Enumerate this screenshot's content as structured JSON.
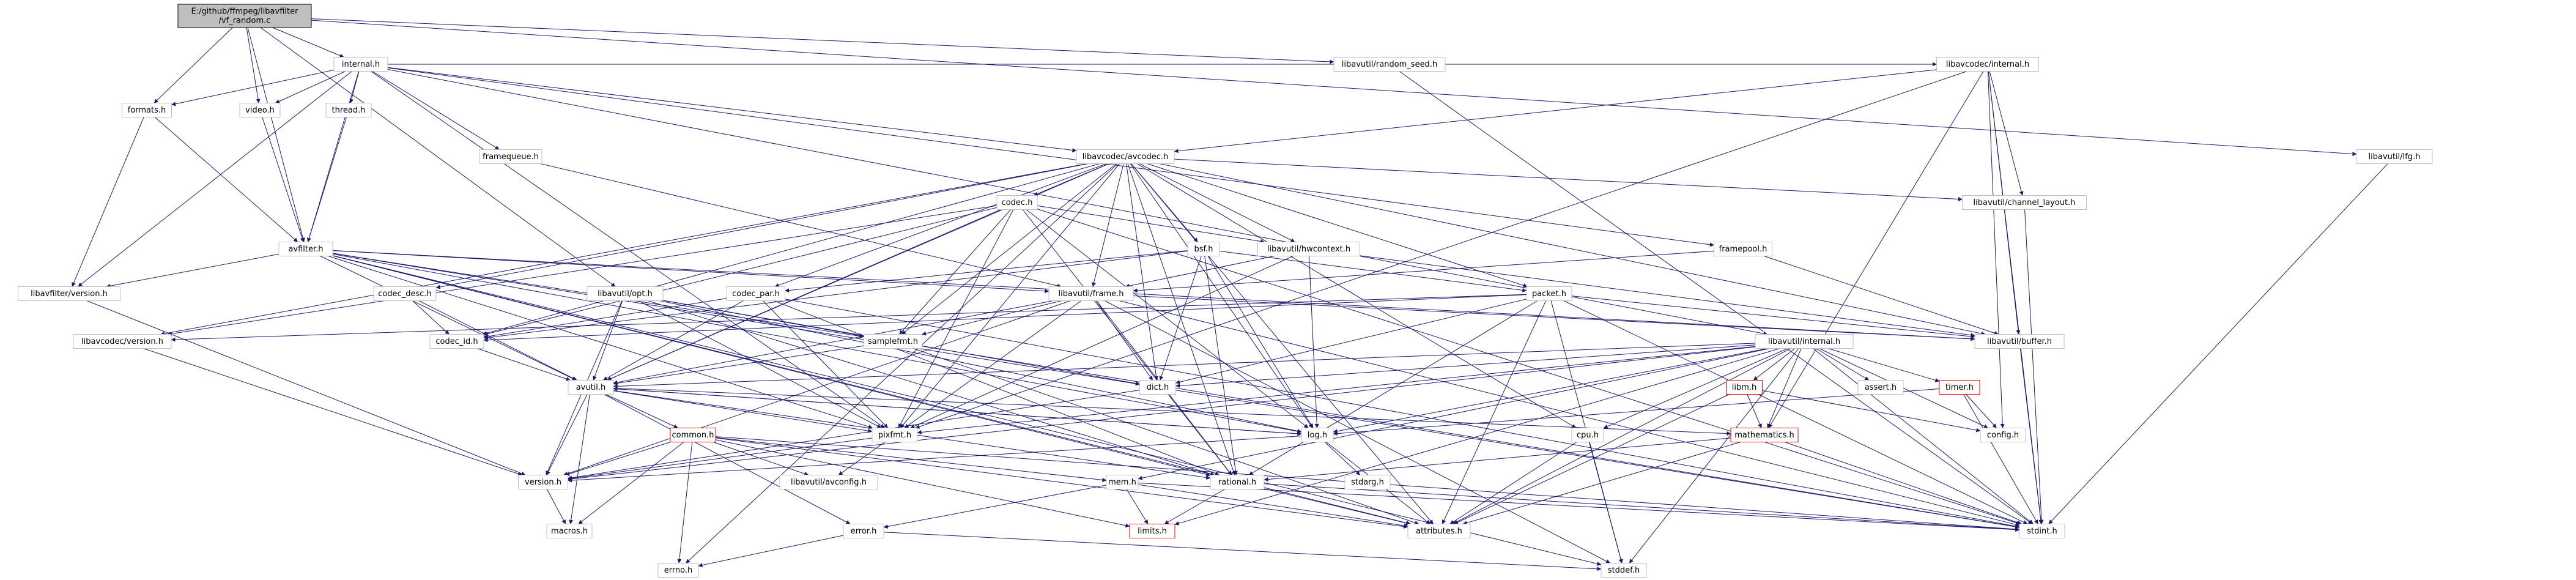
{
  "graph": {
    "colors": {
      "edge": "#191970",
      "node_border": "#bfbfbf",
      "node_fill": "#ffffff",
      "root_fill": "#bfbfbf",
      "root_border": "#000000",
      "missing_border": "#ff0000",
      "text": "#000000"
    },
    "nodes": [
      {
        "id": "root",
        "label_lines": [
          "E:/github/ffmpeg/libavfilter",
          "/vf_random.c"
        ],
        "kind": "root"
      },
      {
        "id": "internal_h",
        "label_lines": [
          "internal.h"
        ]
      },
      {
        "id": "random_seed_h",
        "label_lines": [
          "libavutil/random_seed.h"
        ]
      },
      {
        "id": "lfg_h",
        "label_lines": [
          "libavutil/lfg.h"
        ]
      },
      {
        "id": "formats_h",
        "label_lines": [
          "formats.h"
        ]
      },
      {
        "id": "video_h",
        "label_lines": [
          "video.h"
        ]
      },
      {
        "id": "thread_h",
        "label_lines": [
          "thread.h"
        ]
      },
      {
        "id": "framequeue_h",
        "label_lines": [
          "framequeue.h"
        ]
      },
      {
        "id": "codec_internal_h",
        "label_lines": [
          "libavcodec/internal.h"
        ]
      },
      {
        "id": "avcodec_h",
        "label_lines": [
          "libavcodec/avcodec.h"
        ]
      },
      {
        "id": "avfilter_h",
        "label_lines": [
          "avfilter.h"
        ]
      },
      {
        "id": "avfilter_version_h",
        "label_lines": [
          "libavfilter/version.h"
        ]
      },
      {
        "id": "codec_h",
        "label_lines": [
          "codec.h"
        ]
      },
      {
        "id": "bsf_h",
        "label_lines": [
          "bsf.h"
        ]
      },
      {
        "id": "hwcontext_h",
        "label_lines": [
          "libavutil/hwcontext.h"
        ]
      },
      {
        "id": "framepool_h",
        "label_lines": [
          "framepool.h"
        ]
      },
      {
        "id": "channel_layout_h",
        "label_lines": [
          "libavutil/channel_layout.h"
        ]
      },
      {
        "id": "codec_desc_h",
        "label_lines": [
          "codec_desc.h"
        ]
      },
      {
        "id": "opt_h",
        "label_lines": [
          "libavutil/opt.h"
        ]
      },
      {
        "id": "codec_par_h",
        "label_lines": [
          "codec_par.h"
        ]
      },
      {
        "id": "frame_h",
        "label_lines": [
          "libavutil/frame.h"
        ]
      },
      {
        "id": "packet_h",
        "label_lines": [
          "packet.h"
        ]
      },
      {
        "id": "avcodec_version_h",
        "label_lines": [
          "libavcodec/version.h"
        ]
      },
      {
        "id": "codec_id_h",
        "label_lines": [
          "codec_id.h"
        ]
      },
      {
        "id": "samplefmt_h",
        "label_lines": [
          "samplefmt.h"
        ]
      },
      {
        "id": "avutil_internal_h",
        "label_lines": [
          "libavutil/internal.h"
        ]
      },
      {
        "id": "buffer_h",
        "label_lines": [
          "libavutil/buffer.h"
        ]
      },
      {
        "id": "avutil_h",
        "label_lines": [
          "avutil.h"
        ]
      },
      {
        "id": "dict_h",
        "label_lines": [
          "dict.h"
        ]
      },
      {
        "id": "pixfmt_h",
        "label_lines": [
          "pixfmt.h"
        ]
      },
      {
        "id": "log_h",
        "label_lines": [
          "log.h"
        ]
      },
      {
        "id": "libm_h",
        "label_lines": [
          "libm.h"
        ],
        "kind": "missing"
      },
      {
        "id": "mathematics_h",
        "label_lines": [
          "mathematics.h"
        ],
        "kind": "missing"
      },
      {
        "id": "assert_h",
        "label_lines": [
          "assert.h"
        ]
      },
      {
        "id": "timer_h",
        "label_lines": [
          "timer.h"
        ],
        "kind": "missing"
      },
      {
        "id": "config_h",
        "label_lines": [
          "config.h"
        ]
      },
      {
        "id": "cpu_h",
        "label_lines": [
          "cpu.h"
        ]
      },
      {
        "id": "common_h",
        "label_lines": [
          "common.h"
        ],
        "kind": "missing"
      },
      {
        "id": "version_h",
        "label_lines": [
          "version.h"
        ]
      },
      {
        "id": "avconfig_h",
        "label_lines": [
          "libavutil/avconfig.h"
        ]
      },
      {
        "id": "mem_h",
        "label_lines": [
          "mem.h"
        ]
      },
      {
        "id": "rational_h",
        "label_lines": [
          "rational.h"
        ]
      },
      {
        "id": "stdarg_h",
        "label_lines": [
          "stdarg.h"
        ]
      },
      {
        "id": "macros_h",
        "label_lines": [
          "macros.h"
        ]
      },
      {
        "id": "error_h",
        "label_lines": [
          "error.h"
        ]
      },
      {
        "id": "limits_h",
        "label_lines": [
          "limits.h"
        ],
        "kind": "missing"
      },
      {
        "id": "attributes_h",
        "label_lines": [
          "attributes.h"
        ]
      },
      {
        "id": "stdint_h",
        "label_lines": [
          "stdint.h"
        ]
      },
      {
        "id": "errno_h",
        "label_lines": [
          "errno.h"
        ]
      },
      {
        "id": "stddef_h",
        "label_lines": [
          "stddef.h"
        ]
      }
    ],
    "edges": [
      [
        "root",
        "internal_h"
      ],
      [
        "root",
        "random_seed_h"
      ],
      [
        "root",
        "lfg_h"
      ],
      [
        "root",
        "formats_h"
      ],
      [
        "root",
        "video_h"
      ],
      [
        "root",
        "avfilter_h"
      ],
      [
        "root",
        "opt_h"
      ],
      [
        "internal_h",
        "formats_h"
      ],
      [
        "internal_h",
        "video_h"
      ],
      [
        "internal_h",
        "thread_h"
      ],
      [
        "internal_h",
        "framequeue_h"
      ],
      [
        "internal_h",
        "codec_internal_h"
      ],
      [
        "internal_h",
        "avcodec_h"
      ],
      [
        "internal_h",
        "avfilter_h"
      ],
      [
        "internal_h",
        "avfilter_version_h"
      ],
      [
        "internal_h",
        "framepool_h"
      ],
      [
        "internal_h",
        "avutil_internal_h"
      ],
      [
        "internal_h",
        "pixfmt_h"
      ],
      [
        "random_seed_h",
        "stdint_h"
      ],
      [
        "lfg_h",
        "stdint_h"
      ],
      [
        "formats_h",
        "avfilter_h"
      ],
      [
        "formats_h",
        "avfilter_version_h"
      ],
      [
        "video_h",
        "avfilter_h"
      ],
      [
        "thread_h",
        "avfilter_h"
      ],
      [
        "framequeue_h",
        "frame_h"
      ],
      [
        "codec_internal_h",
        "avcodec_h"
      ],
      [
        "codec_internal_h",
        "buffer_h"
      ],
      [
        "codec_internal_h",
        "channel_layout_h"
      ],
      [
        "codec_internal_h",
        "mathematics_h"
      ],
      [
        "codec_internal_h",
        "pixfmt_h"
      ],
      [
        "codec_internal_h",
        "config_h"
      ],
      [
        "codec_internal_h",
        "stdint_h"
      ],
      [
        "avcodec_h",
        "errno_h"
      ],
      [
        "avcodec_h",
        "samplefmt_h"
      ],
      [
        "avcodec_h",
        "attributes_h"
      ],
      [
        "avcodec_h",
        "avutil_h"
      ],
      [
        "avcodec_h",
        "buffer_h"
      ],
      [
        "avcodec_h",
        "cpu_h"
      ],
      [
        "avcodec_h",
        "channel_layout_h"
      ],
      [
        "avcodec_h",
        "dict_h"
      ],
      [
        "avcodec_h",
        "frame_h"
      ],
      [
        "avcodec_h",
        "hwcontext_h"
      ],
      [
        "avcodec_h",
        "log_h"
      ],
      [
        "avcodec_h",
        "pixfmt_h"
      ],
      [
        "avcodec_h",
        "rational_h"
      ],
      [
        "avcodec_h",
        "codec_h"
      ],
      [
        "avcodec_h",
        "codec_desc_h"
      ],
      [
        "avcodec_h",
        "codec_id_h"
      ],
      [
        "avcodec_h",
        "packet_h"
      ],
      [
        "avcodec_h",
        "bsf_h"
      ],
      [
        "avcodec_h",
        "codec_par_h"
      ],
      [
        "avcodec_h",
        "avcodec_version_h"
      ],
      [
        "avfilter_h",
        "stddef_h"
      ],
      [
        "avfilter_h",
        "attributes_h"
      ],
      [
        "avfilter_h",
        "avutil_h"
      ],
      [
        "avfilter_h",
        "buffer_h"
      ],
      [
        "avfilter_h",
        "dict_h"
      ],
      [
        "avfilter_h",
        "frame_h"
      ],
      [
        "avfilter_h",
        "log_h"
      ],
      [
        "avfilter_h",
        "samplefmt_h"
      ],
      [
        "avfilter_h",
        "pixfmt_h"
      ],
      [
        "avfilter_h",
        "rational_h"
      ],
      [
        "avfilter_h",
        "avfilter_version_h"
      ],
      [
        "avfilter_version_h",
        "version_h"
      ],
      [
        "codec_h",
        "stdint_h"
      ],
      [
        "codec_h",
        "avutil_h"
      ],
      [
        "codec_h",
        "hwcontext_h"
      ],
      [
        "codec_h",
        "log_h"
      ],
      [
        "codec_h",
        "pixfmt_h"
      ],
      [
        "codec_h",
        "rational_h"
      ],
      [
        "codec_h",
        "samplefmt_h"
      ],
      [
        "codec_h",
        "codec_id_h"
      ],
      [
        "codec_h",
        "avcodec_version_h"
      ],
      [
        "bsf_h",
        "dict_h"
      ],
      [
        "bsf_h",
        "log_h"
      ],
      [
        "bsf_h",
        "rational_h"
      ],
      [
        "bsf_h",
        "codec_id_h"
      ],
      [
        "bsf_h",
        "codec_par_h"
      ],
      [
        "bsf_h",
        "packet_h"
      ],
      [
        "hwcontext_h",
        "buffer_h"
      ],
      [
        "hwcontext_h",
        "frame_h"
      ],
      [
        "hwcontext_h",
        "log_h"
      ],
      [
        "hwcontext_h",
        "pixfmt_h"
      ],
      [
        "framepool_h",
        "buffer_h"
      ],
      [
        "framepool_h",
        "frame_h"
      ],
      [
        "channel_layout_h",
        "stdint_h"
      ],
      [
        "codec_desc_h",
        "avutil_h"
      ],
      [
        "codec_desc_h",
        "codec_id_h"
      ],
      [
        "opt_h",
        "rational_h"
      ],
      [
        "opt_h",
        "avutil_h"
      ],
      [
        "opt_h",
        "dict_h"
      ],
      [
        "opt_h",
        "log_h"
      ],
      [
        "opt_h",
        "pixfmt_h"
      ],
      [
        "opt_h",
        "samplefmt_h"
      ],
      [
        "opt_h",
        "version_h"
      ],
      [
        "codec_par_h",
        "stdint_h"
      ],
      [
        "codec_par_h",
        "avutil_h"
      ],
      [
        "codec_par_h",
        "rational_h"
      ],
      [
        "codec_par_h",
        "pixfmt_h"
      ],
      [
        "codec_par_h",
        "codec_id_h"
      ],
      [
        "frame_h",
        "stddef_h"
      ],
      [
        "frame_h",
        "stdint_h"
      ],
      [
        "frame_h",
        "avutil_h"
      ],
      [
        "frame_h",
        "buffer_h"
      ],
      [
        "frame_h",
        "dict_h"
      ],
      [
        "frame_h",
        "rational_h"
      ],
      [
        "frame_h",
        "samplefmt_h"
      ],
      [
        "frame_h",
        "pixfmt_h"
      ],
      [
        "frame_h",
        "version_h"
      ],
      [
        "packet_h",
        "stddef_h"
      ],
      [
        "packet_h",
        "stdint_h"
      ],
      [
        "packet_h",
        "attributes_h"
      ],
      [
        "packet_h",
        "buffer_h"
      ],
      [
        "packet_h",
        "dict_h"
      ],
      [
        "packet_h",
        "rational_h"
      ],
      [
        "packet_h",
        "codec_id_h"
      ],
      [
        "packet_h",
        "avcodec_version_h"
      ],
      [
        "avcodec_version_h",
        "version_h"
      ],
      [
        "codec_id_h",
        "avutil_h"
      ],
      [
        "samplefmt_h",
        "stdint_h"
      ],
      [
        "samplefmt_h",
        "avutil_h"
      ],
      [
        "samplefmt_h",
        "attributes_h"
      ],
      [
        "avutil_internal_h",
        "limits_h"
      ],
      [
        "avutil_internal_h",
        "stdint_h"
      ],
      [
        "avutil_internal_h",
        "stddef_h"
      ],
      [
        "avutil_internal_h",
        "assert_h"
      ],
      [
        "avutil_internal_h",
        "config_h"
      ],
      [
        "avutil_internal_h",
        "attributes_h"
      ],
      [
        "avutil_internal_h",
        "timer_h"
      ],
      [
        "avutil_internal_h",
        "cpu_h"
      ],
      [
        "avutil_internal_h",
        "dict_h"
      ],
      [
        "avutil_internal_h",
        "pixfmt_h"
      ],
      [
        "avutil_internal_h",
        "version_h"
      ],
      [
        "avutil_internal_h",
        "libm_h"
      ],
      [
        "avutil_internal_h",
        "mathematics_h"
      ],
      [
        "avutil_internal_h",
        "log_h"
      ],
      [
        "avutil_internal_h",
        "avutil_h"
      ],
      [
        "avutil_internal_h",
        "mem_h"
      ],
      [
        "buffer_h",
        "stdint_h"
      ],
      [
        "avutil_h",
        "common_h"
      ],
      [
        "avutil_h",
        "error_h"
      ],
      [
        "avutil_h",
        "version_h"
      ],
      [
        "avutil_h",
        "mathematics_h"
      ],
      [
        "avutil_h",
        "rational_h"
      ],
      [
        "avutil_h",
        "log_h"
      ],
      [
        "avutil_h",
        "pixfmt_h"
      ],
      [
        "avutil_h",
        "macros_h"
      ],
      [
        "dict_h",
        "stdint_h"
      ],
      [
        "dict_h",
        "version_h"
      ],
      [
        "pixfmt_h",
        "avconfig_h"
      ],
      [
        "pixfmt_h",
        "version_h"
      ],
      [
        "log_h",
        "stdarg_h"
      ],
      [
        "log_h",
        "avutil_h"
      ],
      [
        "log_h",
        "attributes_h"
      ],
      [
        "log_h",
        "version_h"
      ],
      [
        "libm_h",
        "config_h"
      ],
      [
        "libm_h",
        "attributes_h"
      ],
      [
        "libm_h",
        "mathematics_h"
      ],
      [
        "mathematics_h",
        "stdint_h"
      ],
      [
        "mathematics_h",
        "attributes_h"
      ],
      [
        "mathematics_h",
        "rational_h"
      ],
      [
        "timer_h",
        "config_h"
      ],
      [
        "timer_h",
        "stdint_h"
      ],
      [
        "timer_h",
        "log_h"
      ],
      [
        "cpu_h",
        "stddef_h"
      ],
      [
        "cpu_h",
        "attributes_h"
      ],
      [
        "common_h",
        "errno_h"
      ],
      [
        "common_h",
        "limits_h"
      ],
      [
        "common_h",
        "stdint_h"
      ],
      [
        "common_h",
        "attributes_h"
      ],
      [
        "common_h",
        "macros_h"
      ],
      [
        "common_h",
        "version_h"
      ],
      [
        "common_h",
        "avconfig_h"
      ],
      [
        "common_h",
        "mem_h"
      ],
      [
        "mem_h",
        "limits_h"
      ],
      [
        "mem_h",
        "stdint_h"
      ],
      [
        "mem_h",
        "attributes_h"
      ],
      [
        "mem_h",
        "error_h"
      ],
      [
        "rational_h",
        "stdint_h"
      ],
      [
        "rational_h",
        "limits_h"
      ],
      [
        "rational_h",
        "attributes_h"
      ],
      [
        "version_h",
        "macros_h"
      ],
      [
        "error_h",
        "errno_h"
      ],
      [
        "error_h",
        "stddef_h"
      ]
    ]
  }
}
